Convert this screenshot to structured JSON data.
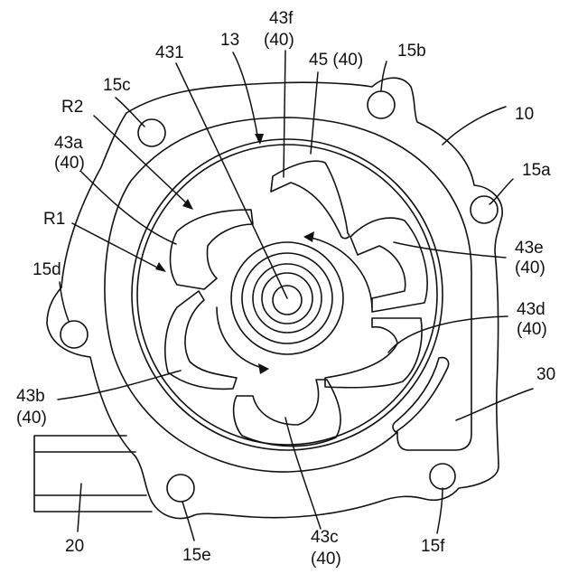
{
  "diagram": {
    "labels": {
      "l431": "431",
      "l13": "13",
      "l43f": "43f",
      "l43f_sub": "(40)",
      "l45": "45 (40)",
      "l15b": "15b",
      "l15c": "15c",
      "l10": "10",
      "lR2": "R2",
      "l43a": "43a",
      "l43a_sub": "(40)",
      "l15a": "15a",
      "lR1": "R1",
      "l43e": "43e",
      "l43e_sub": "(40)",
      "l15d": "15d",
      "l43d": "43d",
      "l43d_sub": "(40)",
      "l30": "30",
      "l43b": "43b",
      "l43b_sub": "(40)",
      "l20": "20",
      "l15e": "15e",
      "l43c": "43c",
      "l43c_sub": "(40)",
      "l15f": "15f"
    },
    "line_color": "#111111",
    "background": "#ffffff"
  }
}
